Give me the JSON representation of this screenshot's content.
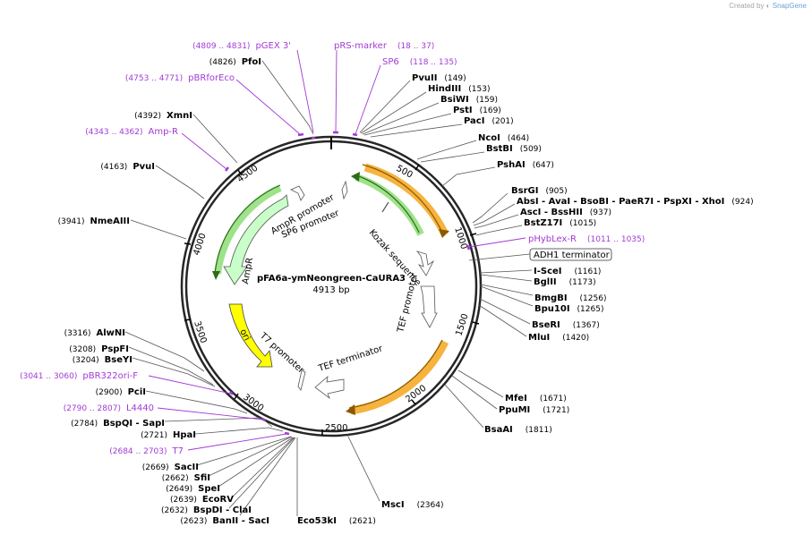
{
  "credit": {
    "text": "Created by",
    "brand": "SnapGene"
  },
  "plasmid": {
    "name": "pFA6a-ymNeongreen-CaURA3",
    "length_label": "4913 bp",
    "length": 4913
  },
  "ticks": [
    "500",
    "1000",
    "1500",
    "2000",
    "2500",
    "3000",
    "3500",
    "4000",
    "4500"
  ],
  "enzymes": [
    {
      "name": "PvuII",
      "pos": "(149)"
    },
    {
      "name": "HindIII",
      "pos": "(153)"
    },
    {
      "name": "BsiWI",
      "pos": "(159)"
    },
    {
      "name": "PstI",
      "pos": "(169)"
    },
    {
      "name": "PacI",
      "pos": "(201)"
    },
    {
      "name": "NcoI",
      "pos": "(464)"
    },
    {
      "name": "BstBI",
      "pos": "(509)"
    },
    {
      "name": "PshAI",
      "pos": "(647)"
    },
    {
      "name": "BsrGI",
      "pos": "(905)"
    },
    {
      "name": "AbsI  - AvaI  - BsoBI  - PaeR7I  - PspXI  - XhoI",
      "pos": "(924)"
    },
    {
      "name": "AscI  - BssHII",
      "pos": "(937)"
    },
    {
      "name": "BstZ17I",
      "pos": "(1015)"
    },
    {
      "name": "I-SceI",
      "pos": "(1161)"
    },
    {
      "name": "BglII",
      "pos": "(1173)"
    },
    {
      "name": "BmgBI",
      "pos": "(1256)"
    },
    {
      "name": "Bpu10I",
      "pos": "(1265)"
    },
    {
      "name": "BseRI",
      "pos": "(1367)"
    },
    {
      "name": "MluI",
      "pos": "(1420)"
    },
    {
      "name": "MfeI",
      "pos": "(1671)"
    },
    {
      "name": "PpuMI",
      "pos": "(1721)"
    },
    {
      "name": "BsaAI",
      "pos": "(1811)"
    },
    {
      "name": "MscI",
      "pos": "(2364)"
    },
    {
      "name": "Eco53kI",
      "pos": "(2621)"
    },
    {
      "name": "BanII  - SacI",
      "pos": "(2623)"
    },
    {
      "name": "BspDI  - ClaI",
      "pos": "(2632)"
    },
    {
      "name": "EcoRV",
      "pos": "(2639)"
    },
    {
      "name": "SpeI",
      "pos": "(2649)"
    },
    {
      "name": "SfiI",
      "pos": "(2662)"
    },
    {
      "name": "SacII",
      "pos": "(2669)"
    },
    {
      "name": "HpaI",
      "pos": "(2721)"
    },
    {
      "name": "BspQI  - SapI",
      "pos": "(2784)"
    },
    {
      "name": "PciI",
      "pos": "(2900)"
    },
    {
      "name": "BseYI",
      "pos": "(3204)"
    },
    {
      "name": "PspFI",
      "pos": "(3208)"
    },
    {
      "name": "AlwNI",
      "pos": "(3316)"
    },
    {
      "name": "NmeAIII",
      "pos": "(3941)"
    },
    {
      "name": "PvuI",
      "pos": "(4163)"
    },
    {
      "name": "XmnI",
      "pos": "(4392)"
    },
    {
      "name": "PfoI",
      "pos": "(4826)"
    }
  ],
  "primers": [
    {
      "name": "pGEX 3'",
      "pos": "(4809 .. 4831)"
    },
    {
      "name": "pRS-marker",
      "pos": "(18 .. 37)"
    },
    {
      "name": "SP6",
      "pos": "(118 .. 135)"
    },
    {
      "name": "pBRforEco",
      "pos": "(4753 .. 4771)"
    },
    {
      "name": "Amp-R",
      "pos": "(4343 .. 4362)"
    },
    {
      "name": "pHybLex-R",
      "pos": "(1011 .. 1035)"
    },
    {
      "name": "pBR322ori-F",
      "pos": "(3041 .. 3060)"
    },
    {
      "name": "L4440",
      "pos": "(2790 .. 2807)"
    },
    {
      "name": "T7",
      "pos": "(2684 .. 2703)"
    }
  ],
  "features": {
    "amp_promoter": "AmpR promoter",
    "sp6_promoter": "SP6 promoter",
    "kozak": "Kozak sequence",
    "tef_promoter": "TEF promoter",
    "tef_terminator": "TEF terminator",
    "t7_promoter": "T7 promoter",
    "ampr": "AmpR",
    "ori": "ori",
    "adh1_terminator": "ADH1 terminator"
  },
  "colors": {
    "backbone": "#262626",
    "orange_feature": "#f6b33e",
    "green_feature": "#9ee28a",
    "ampr_fill": "#c9ffc9",
    "ori_fill": "#ffff00",
    "primer": "#a23ad6"
  }
}
